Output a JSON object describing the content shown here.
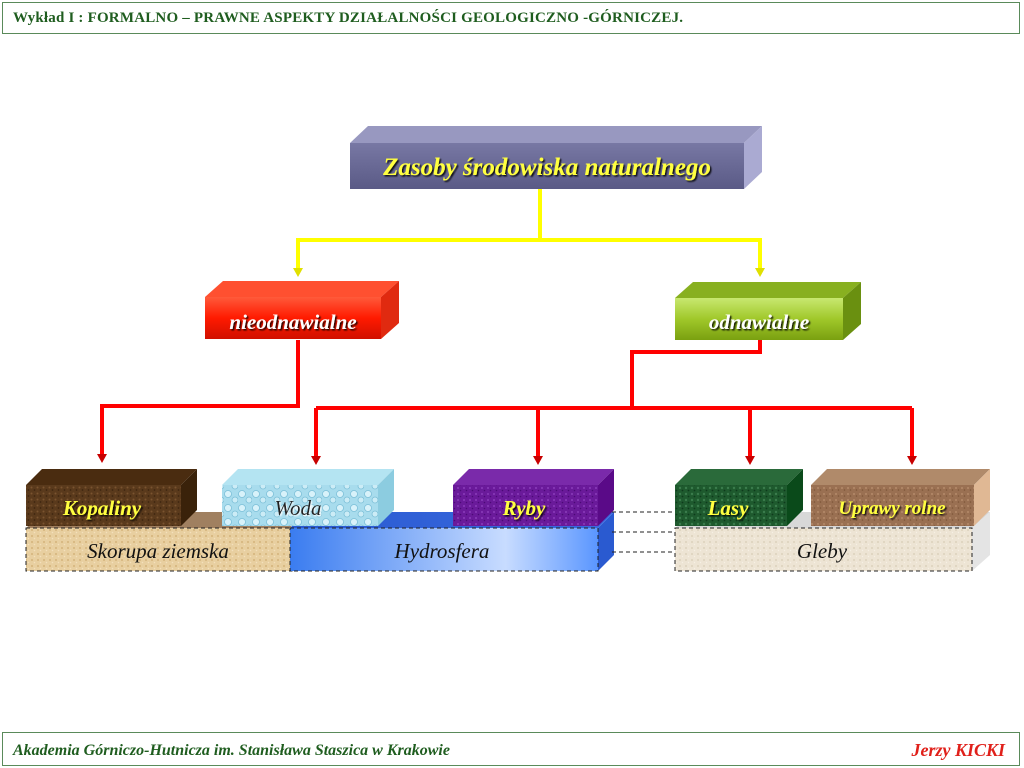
{
  "header": {
    "title": "Wykład I : FORMALNO – PRAWNE ASPEKTY  DZIAŁALNOŚCI GEOLOGICZNO -GÓRNICZEJ."
  },
  "diagram": {
    "root": "Zasoby środowiska naturalnego",
    "nonrenewable": "nieodnawialne",
    "renewable": "odnawialne",
    "resources": {
      "minerals": "Kopaliny",
      "water": "Woda",
      "fish": "Ryby",
      "forests": "Lasy",
      "crops": "Uprawy rolne"
    },
    "bases": {
      "crust": "Skorupa ziemska",
      "hydrosphere": "Hydrosfera",
      "soils": "Gleby"
    }
  },
  "footer": {
    "institution": "Akademia Górniczo-Hutnicza im. Stanisława Staszica w Krakowie",
    "author": "Jerzy KICKI"
  },
  "colors": {
    "connector_yellow": "#ffff00",
    "connector_red": "#ff0000",
    "root_box": "#6e6e98",
    "nonrenewable_box": "#ff2a0a",
    "renewable_box": "#a0c82a",
    "label_yellow": "#ffff40"
  }
}
